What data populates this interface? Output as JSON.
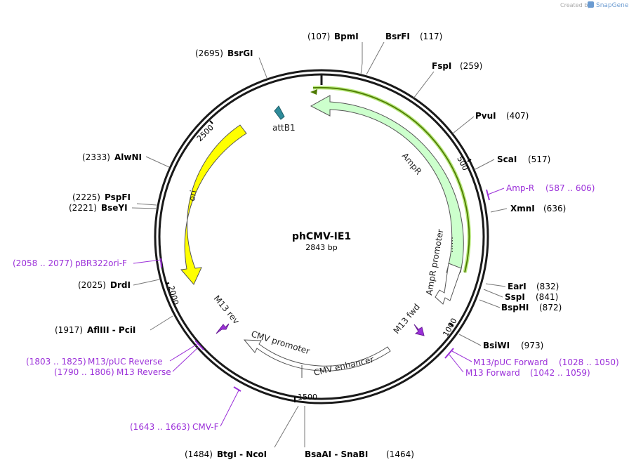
{
  "brand": {
    "credit_prefix": "Created by",
    "credit_name": "SnapGene"
  },
  "plasmid": {
    "name": "phCMV-IE1",
    "length_label": "2843 bp"
  },
  "ticks": [
    "500",
    "1000",
    "1500",
    "2000",
    "2500"
  ],
  "sites": [
    {
      "name": "BpmI",
      "pos": "(107)"
    },
    {
      "name": "BsrFI",
      "pos": "(117)"
    },
    {
      "name": "FspI",
      "pos": "(259)"
    },
    {
      "name": "PvuI",
      "pos": "(407)"
    },
    {
      "name": "ScaI",
      "pos": "(517)"
    },
    {
      "name": "XmnI",
      "pos": "(636)"
    },
    {
      "name": "EarI",
      "pos": "(832)"
    },
    {
      "name": "SspI",
      "pos": "(841)"
    },
    {
      "name": "BspHI",
      "pos": "(872)"
    },
    {
      "name": "BsiWI",
      "pos": "(973)"
    },
    {
      "name": "BsaAI - SnaBI",
      "pos": "(1464)"
    },
    {
      "name": "BtgI - NcoI",
      "pos": "(1484)"
    },
    {
      "name": "AflIII - PciI",
      "pos": "(1917)"
    },
    {
      "name": "DrdI",
      "pos": "(2025)"
    },
    {
      "name": "BseYI",
      "pos": "(2221)"
    },
    {
      "name": "PspFI",
      "pos": "(2225)"
    },
    {
      "name": "AlwNI",
      "pos": "(2333)"
    },
    {
      "name": "BsrGI",
      "pos": "(2695)"
    }
  ],
  "primers": [
    {
      "name": "Amp-R",
      "range": "(587 .. 606)"
    },
    {
      "name": "M13/pUC Forward",
      "range": "(1028 .. 1050)"
    },
    {
      "name": "M13 Forward",
      "range": "(1042 .. 1059)"
    },
    {
      "name": "CMV-F",
      "range": "(1643 .. 1663)"
    },
    {
      "name": "M13 Reverse",
      "range": "(1790 .. 1806)"
    },
    {
      "name": "M13/pUC Reverse",
      "range": "(1803 .. 1825)"
    },
    {
      "name": "pBR322ori-F",
      "range": "(2058 .. 2077)"
    }
  ],
  "features": {
    "ampr": "AmpR",
    "ampr_promoter": "AmpR promoter",
    "ori": "ori",
    "attb1": "attB1",
    "m13_rev": "M13 rev",
    "m13_fwd": "M13 fwd",
    "cmv_promoter": "CMV promoter",
    "cmv_enhancer": "CMV enhancer"
  },
  "colors": {
    "backbone": "#1a1a1a",
    "ampr_fill": "#ccffcc",
    "ori_fill": "#ffff00",
    "attb1_fill": "#2e8b9a",
    "m13_fill": "#9b30d9",
    "primer": "#9b30d9",
    "orf_line": "#4d7a00"
  }
}
